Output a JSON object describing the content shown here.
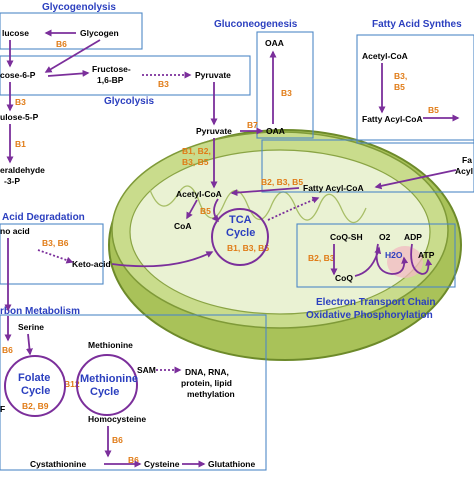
{
  "headers": {
    "glycogenolysis": "Glycogenolysis",
    "gluconeogenesis": "Gluconeogenesis",
    "fatty_acid_synthesis": "Fatty Acid Synthes",
    "glycolysis": "Glycolysis",
    "amino_acid_degradation": "Acid Degradation",
    "one_carbon_metabolism": "rbon Metabolism",
    "etc_line1": "Electron Transport Chain",
    "etc_line2": "Oxidative Phosphorylation"
  },
  "metabolites": {
    "glucose": "lucose",
    "glycogen": "Glycogen",
    "glucose_6p": "cose-6-P",
    "fructose_16bp_line1": "Fructose-",
    "fructose_16bp_line2": "1,6-BP",
    "pyruvate_cyto": "Pyruvate",
    "oaa_top": "OAA",
    "ribulose_5p": "ulose-5-P",
    "glyceraldehyde_line1": "eraldehyde",
    "glyceraldehyde_line2": "-3-P",
    "pyruvate_mito": "Pyruvate",
    "oaa_mito": "OAA",
    "acetyl_coa_cyto": "Acetyl-CoA",
    "fatty_acyl_coa_cyto": "Fatty Acyl-CoA",
    "fa_edge_line1": "Fa",
    "fa_edge_line2": "Acyl",
    "acetyl_coa_mito": "Acetyl-CoA",
    "fatty_acyl_coa_mito": "Fatty Acyl-CoA",
    "coa": "CoA",
    "amino_acid": "no acid",
    "keto_acid": "Keto-acid",
    "coq_sh": "CoQ-SH",
    "coq": "CoQ",
    "o2": "O2",
    "h2o": "H2O",
    "adp": "ADP",
    "atp": "ATP",
    "serine": "Serine",
    "methionine": "Methionine",
    "sam": "SAM",
    "methylation_line1": "DNA, RNA,",
    "methylation_line2": "protein, lipid",
    "methylation_line3": "methylation",
    "homocysteine": "Homocysteine",
    "cystathionine": "Cystathionine",
    "cysteine": "Cysteine",
    "glutathione": "Glutathione",
    "thf_fragment": "F"
  },
  "cycles": {
    "tca_line1": "TCA",
    "tca_line2": "Cycle",
    "folate_line1": "Folate",
    "folate_line2": "Cycle",
    "methionine_line1": "Methionine",
    "methionine_line2": "Cycle"
  },
  "vitamins": {
    "glycogen_b6": "B6",
    "glycolysis_b3": "B3",
    "ppp_b3": "B3",
    "ppp_b1": "B1",
    "gluconeo_b3": "B3",
    "pdh_b7": "B7",
    "pdh_line1": "B1, B2,",
    "pdh_line2": "B3, B5",
    "fa_synth_line1": "B3,",
    "fa_synth_line2": "B5",
    "fa_synth_b5": "B5",
    "beta_ox": "B2, B3, B5",
    "coa_b5": "B5",
    "tca": "B1, B3, B5",
    "aa_deg": "B3, B6",
    "etc": "B2, B3",
    "serine_b6": "B6",
    "folate_b12": "B12",
    "folate_b2b9": "B2, B9",
    "trans_b6_1": "B6",
    "trans_b6_2": "B6"
  },
  "colors": {
    "arrow": "#7b2f9b",
    "vitamin": "#e07b16",
    "header": "#2b3fbf",
    "box_border": "#4e88c6",
    "mito_outer": "#b5cf66",
    "mito_inner": "#e4eecb"
  }
}
